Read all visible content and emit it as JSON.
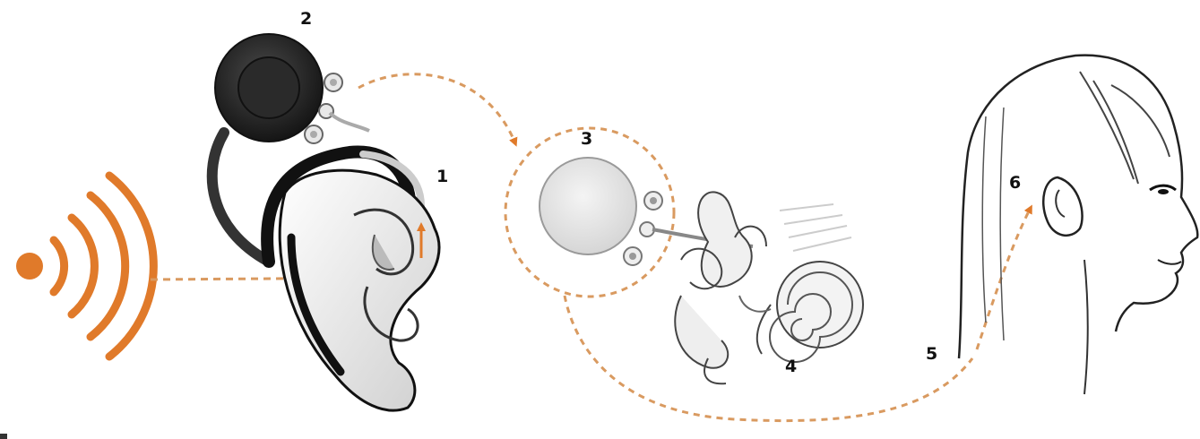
{
  "labels": {
    "step1": "1",
    "step2": "2",
    "step3": "3",
    "step4": "4",
    "step5": "5",
    "step6": "6"
  },
  "colors": {
    "accent": "#e07a2a",
    "line": "#d99a60",
    "ink": "#1a1a1a",
    "processor_dark": "#2b2b2b",
    "implant_light": "#e6e6e6"
  }
}
